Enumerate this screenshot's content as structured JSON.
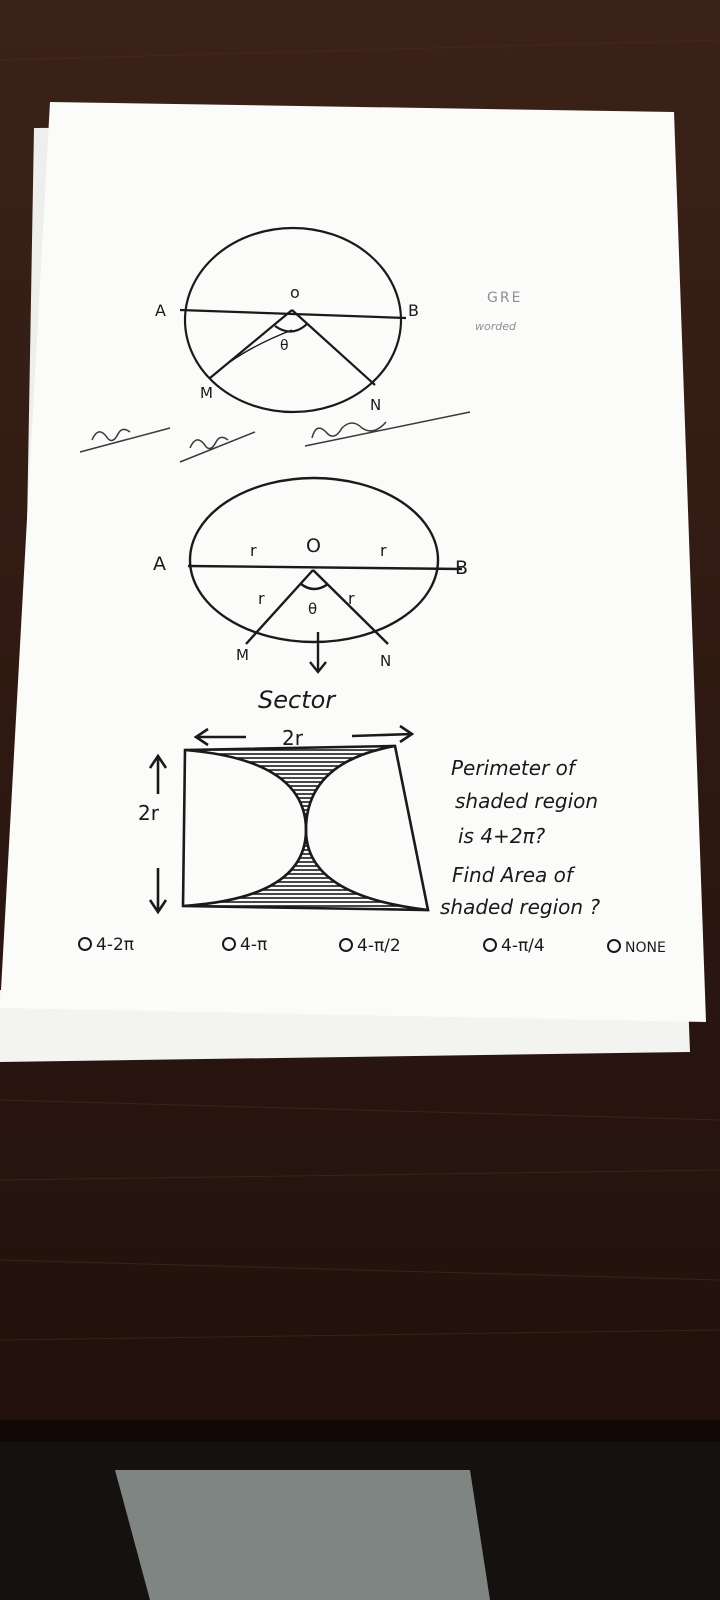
{
  "note": {
    "corner_tag": "GRE",
    "corner_sub": "worded",
    "fig1": {
      "label_a": "A",
      "label_o": "o",
      "label_b": "B",
      "label_theta": "θ",
      "label_m": "M",
      "label_n": "N"
    },
    "fig2": {
      "label_a": "A",
      "label_o": "O",
      "label_b": "B",
      "label_r": "r",
      "label_theta": "θ",
      "label_m": "M",
      "label_n": "N",
      "caption": "Sector"
    },
    "fig3": {
      "width_label": "2r",
      "height_label": "2r"
    },
    "question": {
      "line1": "Perimeter of",
      "line2": "shaded region",
      "line3": "is 4+2π?",
      "line4": "Find Area of",
      "line5": "shaded region ?"
    },
    "options": [
      "4-2π",
      "4-π",
      "4-π/2",
      "4-π/4",
      "NONE"
    ]
  },
  "colors": {
    "paper": "#fbfbfa",
    "ink": "#1a1a1a",
    "wood": "#2a1610"
  }
}
